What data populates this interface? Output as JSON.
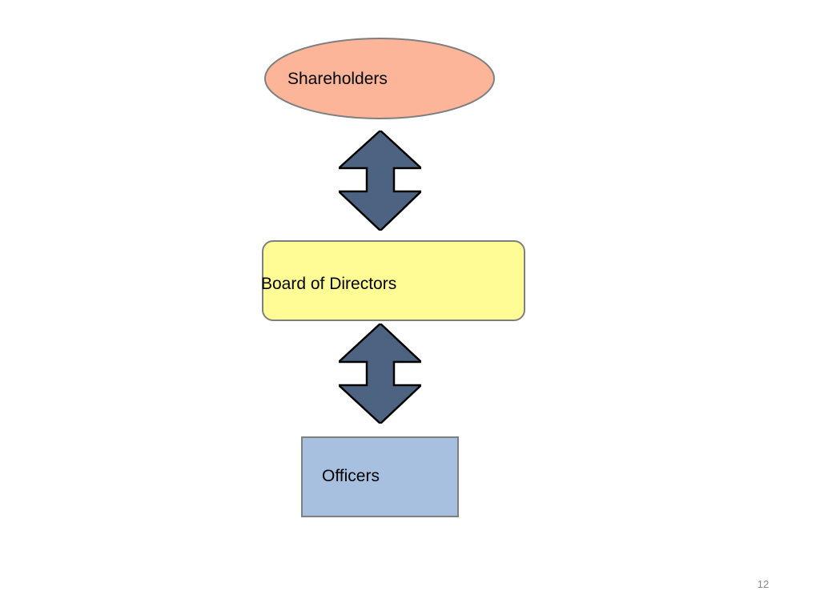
{
  "diagram": {
    "nodes": {
      "shareholders": {
        "label": "Shareholders",
        "fill": "#FDB59A",
        "stroke": "#7F7F7F"
      },
      "board": {
        "label": "Board of Directors",
        "fill": "#FFFC95",
        "stroke": "#7F7F7F"
      },
      "officers": {
        "label": "Officers",
        "fill": "#A7C0DF",
        "stroke": "#7F7F7F"
      }
    },
    "connectors": {
      "shareholders_board": {
        "type": "double-arrow",
        "fill": "#4F6584",
        "stroke": "#000000"
      },
      "board_officers": {
        "type": "double-arrow",
        "fill": "#4F6584",
        "stroke": "#000000"
      }
    }
  },
  "slide": {
    "number": "12"
  }
}
